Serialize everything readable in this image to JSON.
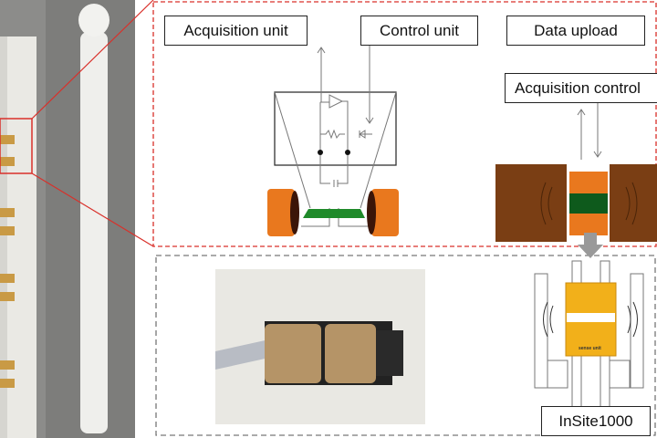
{
  "labels": {
    "acquisition_unit": "Acquisition unit",
    "control_unit": "Control unit",
    "data_upload": "Data upload",
    "acquisition_control": "Acquisition control",
    "insite": "InSite1000",
    "sense_unit": "sense unit"
  },
  "colors": {
    "highlight_box": "#d9302a",
    "lower_box": "#777777",
    "electrode": "#e9781e",
    "board": "#1f8a2a",
    "soil": "#7a3e14",
    "sensor": "#f2b01a"
  }
}
